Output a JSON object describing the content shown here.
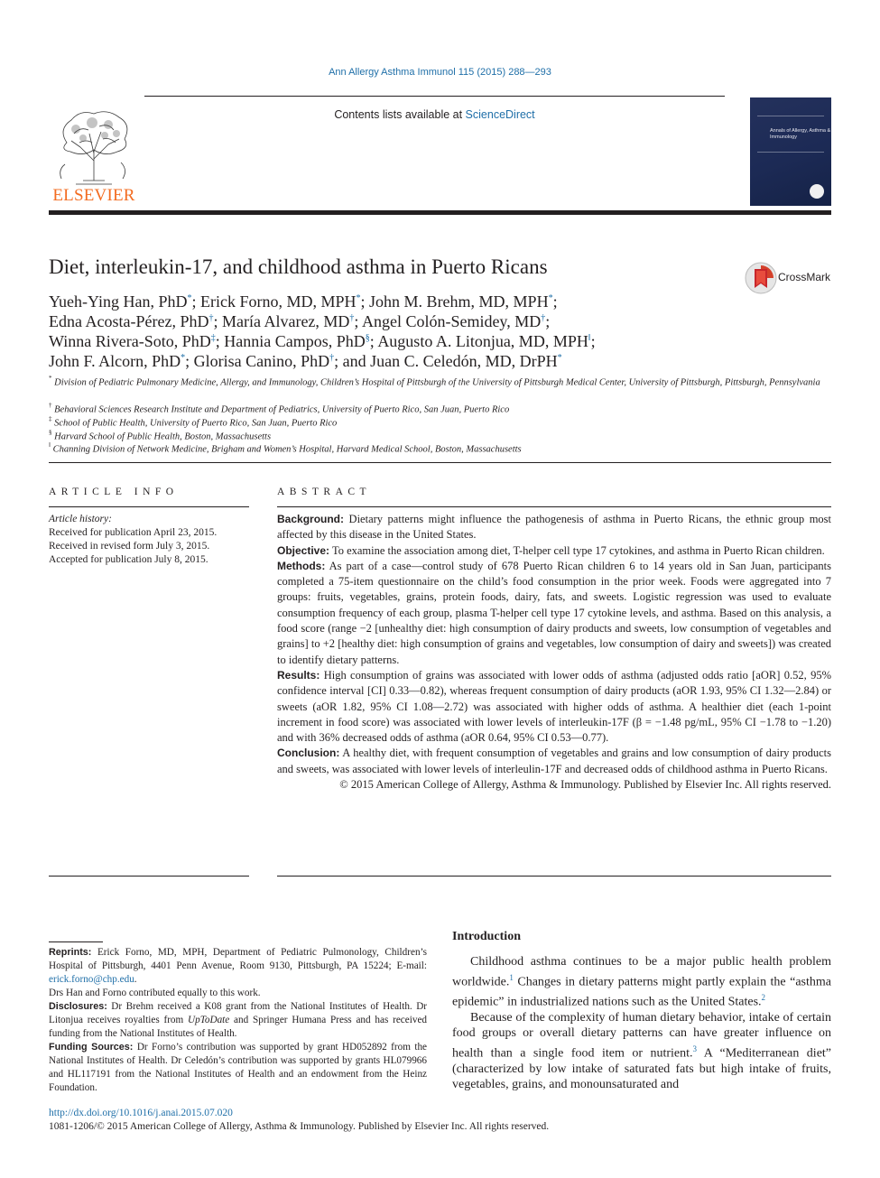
{
  "header": {
    "citation": "Ann Allergy Asthma Immunol 115 (2015) 288—293",
    "contents_prefix": "Contents lists available at ",
    "contents_link": "ScienceDirect",
    "publisher_logo_text": "ELSEVIER",
    "cover_title": "Annals of Allergy, Asthma & Immunology",
    "brand_color": "#f36c21",
    "link_color": "#1f6fa8"
  },
  "article": {
    "title": "Diet, interleukin-17, and childhood asthma in Puerto Ricans",
    "crossmark_label": "CrossMark",
    "author_lines": [
      [
        {
          "name": "Yueh-Ying Han, PhD",
          "mark": "*",
          "sep": ";"
        },
        {
          "name": "Erick Forno, MD, MPH",
          "mark": "*",
          "sep": ";"
        },
        {
          "name": "John M. Brehm, MD, MPH",
          "mark": "*",
          "sep": ";"
        }
      ],
      [
        {
          "name": "Edna Acosta-Pérez, PhD",
          "mark": "†",
          "sep": ";"
        },
        {
          "name": "María Alvarez, MD",
          "mark": "†",
          "sep": ";"
        },
        {
          "name": "Angel Colón-Semidey, MD",
          "mark": "†",
          "sep": ";"
        }
      ],
      [
        {
          "name": "Winna Rivera-Soto, PhD",
          "mark": "‡",
          "sep": ";"
        },
        {
          "name": "Hannia Campos, PhD",
          "mark": "§",
          "sep": ";"
        },
        {
          "name": "Augusto A. Litonjua, MD, MPH",
          "mark": "‖",
          "sep": ";"
        }
      ],
      [
        {
          "name": "John F. Alcorn, PhD",
          "mark": "*",
          "sep": ";"
        },
        {
          "name": "Glorisa Canino, PhD",
          "mark": "†",
          "sep": ";"
        },
        {
          "name": "and Juan C. Celedón, MD, DrPH",
          "mark": "*",
          "sep": ""
        }
      ]
    ],
    "affiliations": [
      {
        "mark": "*",
        "text": "Division of Pediatric Pulmonary Medicine, Allergy, and Immunology, Children’s Hospital of Pittsburgh of the University of Pittsburgh Medical Center, University of Pittsburgh, Pittsburgh, Pennsylvania"
      },
      {
        "mark": "†",
        "text": "Behavioral Sciences Research Institute and Department of Pediatrics, University of Puerto Rico, San Juan, Puerto Rico"
      },
      {
        "mark": "‡",
        "text": "School of Public Health, University of Puerto Rico, San Juan, Puerto Rico"
      },
      {
        "mark": "§",
        "text": "Harvard School of Public Health, Boston, Massachusetts"
      },
      {
        "mark": "‖",
        "text": "Channing Division of Network Medicine, Brigham and Women’s Hospital, Harvard Medical School, Boston, Massachusetts"
      }
    ]
  },
  "article_info": {
    "heading": "ARTICLE INFO",
    "history_heading": "Article history:",
    "history": [
      "Received for publication April 23, 2015.",
      "Received in revised form July 3, 2015.",
      "Accepted for publication July 8, 2015."
    ]
  },
  "abstract": {
    "heading": "ABSTRACT",
    "sections": [
      {
        "label": "Background:",
        "text": "Dietary patterns might influence the pathogenesis of asthma in Puerto Ricans, the ethnic group most affected by this disease in the United States."
      },
      {
        "label": "Objective:",
        "text": "To examine the association among diet, T-helper cell type 17 cytokines, and asthma in Puerto Rican children."
      },
      {
        "label": "Methods:",
        "text": "As part of a case—control study of 678 Puerto Rican children 6 to 14 years old in San Juan, participants completed a 75-item questionnaire on the child’s food consumption in the prior week. Foods were aggregated into 7 groups: fruits, vegetables, grains, protein foods, dairy, fats, and sweets. Logistic regression was used to evaluate consumption frequency of each group, plasma T-helper cell type 17 cytokine levels, and asthma. Based on this analysis, a food score (range −2 [unhealthy diet: high consumption of dairy products and sweets, low consumption of vegetables and grains] to +2 [healthy diet: high consumption of grains and vegetables, low consumption of dairy and sweets]) was created to identify dietary patterns."
      },
      {
        "label": "Results:",
        "text": "High consumption of grains was associated with lower odds of asthma (adjusted odds ratio [aOR] 0.52, 95% confidence interval [CI] 0.33—0.82), whereas frequent consumption of dairy products (aOR 1.93, 95% CI 1.32—2.84) or sweets (aOR 1.82, 95% CI 1.08—2.72) was associated with higher odds of asthma. A healthier diet (each 1-point increment in food score) was associated with lower levels of interleukin-17F (β = −1.48 pg/mL, 95% CI −1.78 to −1.20) and with 36% decreased odds of asthma (aOR 0.64, 95% CI 0.53—0.77)."
      },
      {
        "label": "Conclusion:",
        "text": "A healthy diet, with frequent consumption of vegetables and grains and low consumption of dairy products and sweets, was associated with lower levels of interleulin-17F and decreased odds of childhood asthma in Puerto Ricans."
      }
    ],
    "copyright": "© 2015 American College of Allergy, Asthma & Immunology. Published by Elsevier Inc. All rights reserved."
  },
  "footnotes": {
    "reprints_label": "Reprints:",
    "reprints_text": "Erick Forno, MD, MPH, Department of Pediatric Pulmonology, Children’s Hospital of Pittsburgh, 4401 Penn Avenue, Room 9130, Pittsburgh, PA 15224; E-mail: ",
    "reprints_email": "erick.forno@chp.edu",
    "reprints_end": ".",
    "equal_contribution": "Drs Han and Forno contributed equally to this work.",
    "disclosures_label": "Disclosures:",
    "disclosures_text_1": "Dr Brehm received a K08 grant from the National Institutes of Health. Dr Litonjua receives royalties from ",
    "disclosures_italic": "UpToDate",
    "disclosures_text_2": " and Springer Humana Press and has received funding from the National Institutes of Health.",
    "funding_label": "Funding Sources:",
    "funding_text": "Dr Forno’s contribution was supported by grant HD052892 from the National Institutes of Health. Dr Celedón’s contribution was supported by grants HL079966 and HL117191 from the National Institutes of Health and an endowment from the Heinz Foundation."
  },
  "introduction": {
    "heading": "Introduction",
    "p1_a": "Childhood asthma continues to be a major public health problem worldwide.",
    "p1_ref1": "1",
    "p1_b": " Changes in dietary patterns might partly explain the “asthma epidemic” in industrialized nations such as the United States.",
    "p1_ref2": "2",
    "p2_a": "Because of the complexity of human dietary behavior, intake of certain food groups or overall dietary patterns can have greater influence on health than a single food item or nutrient.",
    "p2_ref3": "3",
    "p2_b": " A “Mediterranean diet” (characterized by low intake of saturated fats but high intake of fruits, vegetables, grains, and monounsaturated and"
  },
  "footer": {
    "doi": "http://dx.doi.org/10.1016/j.anai.2015.07.020",
    "issn": "1081-1206/© 2015 American College of Allergy, Asthma & Immunology. Published by Elsevier Inc. All rights reserved."
  }
}
